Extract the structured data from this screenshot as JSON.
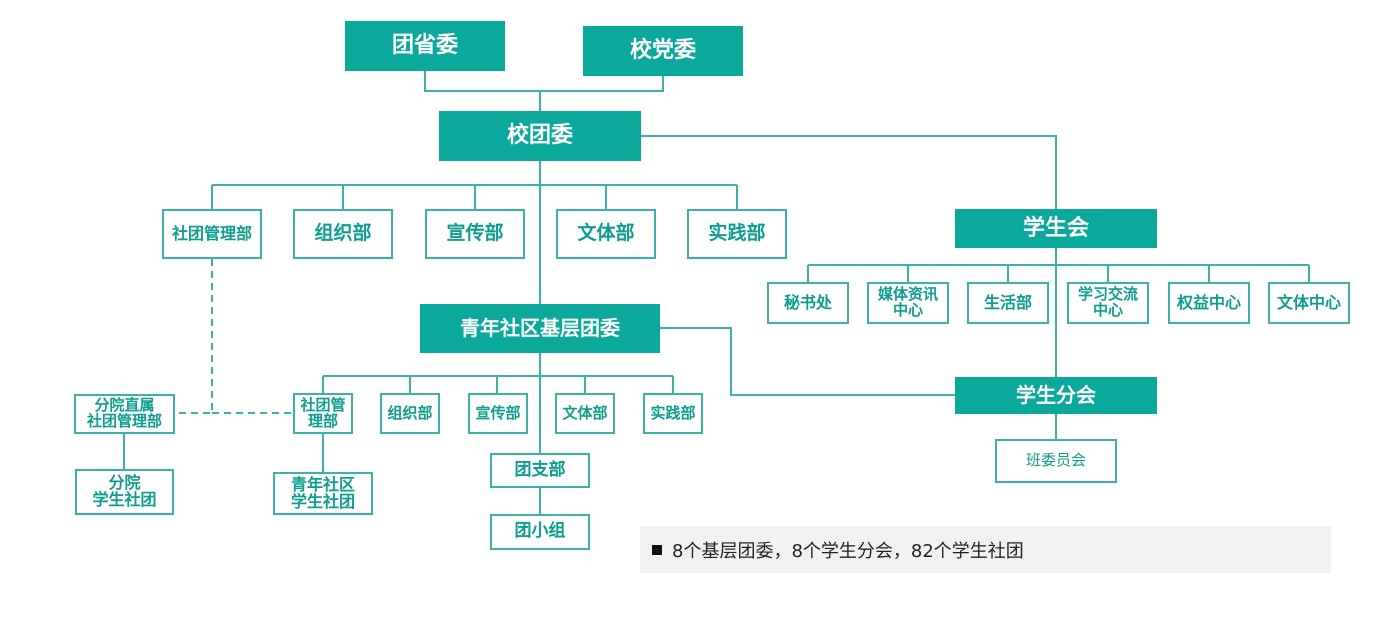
{
  "nodes": {
    "tuan_sheng_wei": "团省委",
    "xiao_dang_wei": "校党委",
    "xiao_tuan_wei": "校团委",
    "shetuan_guanli": "社团管理部",
    "zuzhi": "组织部",
    "xuanchuan": "宣传部",
    "wenti": "文体部",
    "shijian": "实践部",
    "xuesheng_hui": "学生会",
    "mishu": "秘书处",
    "meiti": "媒体资讯\n中心",
    "shenghuo": "生活部",
    "xuexi": "学习交流\n中心",
    "quanyi": "权益中心",
    "wenti_zhongxin": "文体中心",
    "qingnian_shequ": "青年社区基层团委",
    "sq_shetuan_guanli": "社团管\n理部",
    "sq_zuzhi": "组织部",
    "sq_xuanchuan": "宣传部",
    "sq_wenti": "文体部",
    "sq_shijian": "实践部",
    "tuan_zhibu": "团支部",
    "tuan_xiaozu": "团小组",
    "fenyuan_zhishu": "分院直属\n社团管理部",
    "fenyuan_shetuan": "分院\n学生社团",
    "qingnian_shetuan": "青年社区\n学生社团",
    "xuesheng_fenhui": "学生分会",
    "banwei": "班委员会"
  },
  "note": {
    "text": "8个基层团委，8个学生分会，82个学生社团"
  },
  "colors": {
    "teal_fill": "#0aa99b",
    "teal_line": "#3cb2a7",
    "teal_text": "#0e9d90",
    "note_bg": "#f1f1ef"
  }
}
